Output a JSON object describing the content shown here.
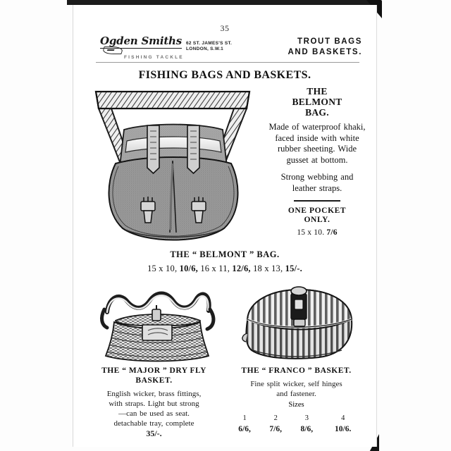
{
  "page": {
    "folio": "35",
    "title": "FISHING BAGS AND BASKETS."
  },
  "masthead": {
    "brand_script": "Ogden Smiths",
    "address_line1": "62 ST. JAMES'S ST.",
    "address_line2": "LONDON, S.W.1",
    "tagline": "FISHING TACKLE",
    "department_line1": "TROUT BAGS",
    "department_line2": "AND BASKETS."
  },
  "belmont": {
    "heading_line1": "THE",
    "heading_line2": "BELMONT",
    "heading_line3": "BAG.",
    "desc_para1": "Made of waterproof khaki, faced inside with white rubber sheeting. Wide gusset at bottom.",
    "desc_para2": "Strong webbing and leather straps.",
    "pocket_note_line1": "ONE  POCKET",
    "pocket_note_line2": "ONLY.",
    "pocket_price_size": "15 x 10.",
    "pocket_price_value": "7/6",
    "caption": "THE “ BELMONT ” BAG.",
    "sizes_line": [
      {
        "size": "15 x 10,",
        "price": "10/6,"
      },
      {
        "size": "16 x 11,",
        "price": "12/6,"
      },
      {
        "size": "18 x 13,",
        "price": "15/-."
      }
    ]
  },
  "major_basket": {
    "title_line1": "THE  “ MAJOR ”  DRY  FLY",
    "title_line2": "BASKET.",
    "desc_line1": "English wicker, brass fittings,",
    "desc_line2": "with straps.   Light but strong",
    "desc_line3": "—can  be  used  as  seat.",
    "desc_line4": "detachable     tray,     complete",
    "price": "35/-."
  },
  "franco_basket": {
    "title": "THE  “ FRANCO ”  BASKET.",
    "desc_line1": "Fine split wicker, self hinges",
    "desc_line2": "and fastener.",
    "sizes_label": "Sizes",
    "size_numbers": [
      "1",
      "2",
      "3",
      "4"
    ],
    "size_prices": [
      "6/6,",
      "7/6,",
      "8/6,",
      "10/6."
    ]
  },
  "colors": {
    "ink": "#111111",
    "paper": "#ffffff",
    "scan_edge": "#1c1c1c"
  }
}
